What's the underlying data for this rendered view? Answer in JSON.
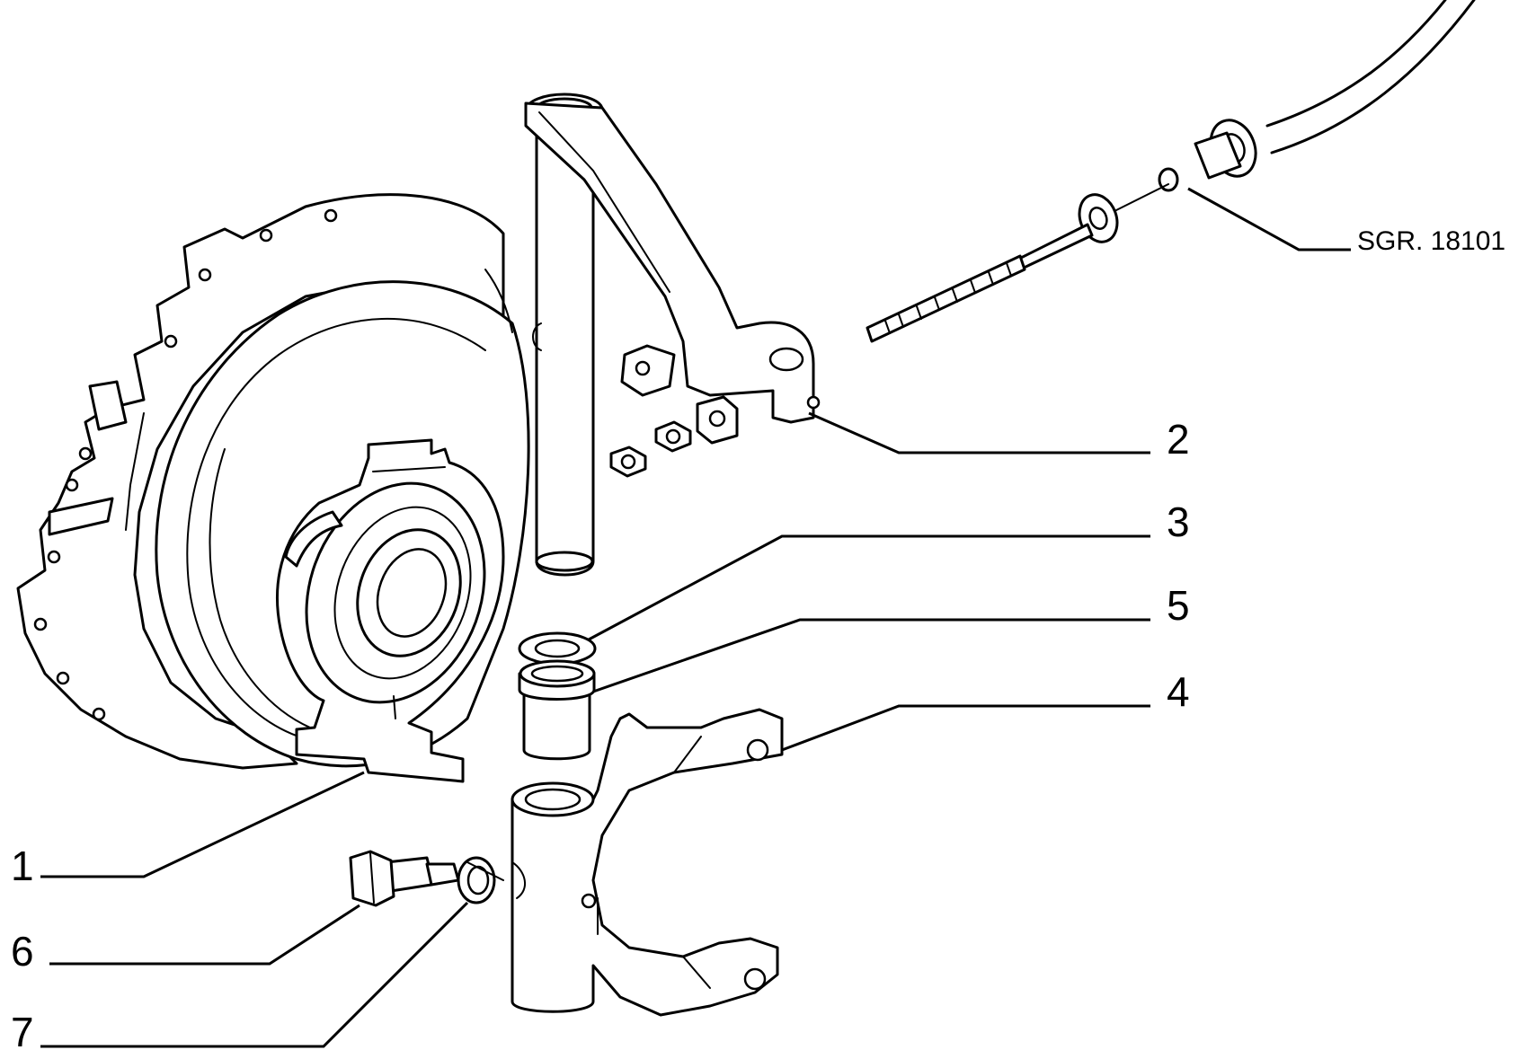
{
  "callouts": [
    {
      "id": "1",
      "label": "1"
    },
    {
      "id": "2",
      "label": "2"
    },
    {
      "id": "3",
      "label": "3"
    },
    {
      "id": "4",
      "label": "4"
    },
    {
      "id": "5",
      "label": "5"
    },
    {
      "id": "6",
      "label": "6"
    },
    {
      "id": "7",
      "label": "7"
    }
  ],
  "reference_label": "SGR. 18101",
  "colors": {
    "ink": "#000000",
    "paper": "#ffffff"
  }
}
